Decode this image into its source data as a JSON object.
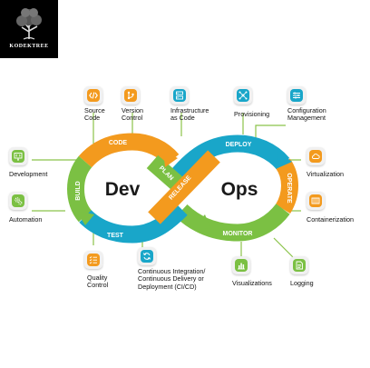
{
  "logo": {
    "brand": "KODEKTREE"
  },
  "loop": {
    "dev": "Dev",
    "ops": "Ops",
    "stages": {
      "code": "CODE",
      "build": "BUILD",
      "test": "TEST",
      "plan": "PLAN",
      "release": "RELEASE",
      "deploy": "DEPLOY",
      "operate": "OPERATE",
      "monitor": "MONITOR"
    }
  },
  "colors": {
    "orange": "#f39a1e",
    "blue": "#19a6c9",
    "green": "#7bc043"
  },
  "tools": {
    "source_code": {
      "l1": "Source",
      "l2": "Code",
      "icon": "code-icon"
    },
    "version_control": {
      "l1": "Version",
      "l2": "Control",
      "icon": "version-control-icon"
    },
    "infrastructure_as_code": {
      "l1": "Infrastructure",
      "l2": "as Code",
      "icon": "server-icon"
    },
    "provisioning": {
      "l1": "Provisioning",
      "icon": "network-icon"
    },
    "configuration_management": {
      "l1": "Configuration",
      "l2": "Management",
      "icon": "sliders-icon"
    },
    "development": {
      "l1": "Development",
      "icon": "monitor-code-icon"
    },
    "automation": {
      "l1": "Automation",
      "icon": "gears-icon"
    },
    "virtualization": {
      "l1": "Virtualization",
      "icon": "cloud-icon"
    },
    "containerization": {
      "l1": "Containerization",
      "icon": "container-icon"
    },
    "quality_control": {
      "l1": "Quality",
      "l2": "Control",
      "icon": "checklist-icon"
    },
    "ci_cd": {
      "l1": "Continuous Integration/",
      "l2": "Continuous Delivery or",
      "l3": "Deployment (CI/CD)",
      "icon": "cycle-icon"
    },
    "visualizations": {
      "l1": "Visualizations",
      "icon": "bar-chart-icon"
    },
    "logging": {
      "l1": "Logging",
      "icon": "document-icon"
    }
  }
}
